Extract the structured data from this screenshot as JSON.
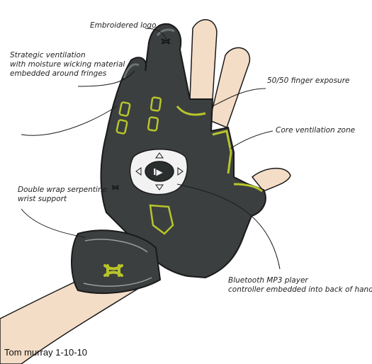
{
  "annotations": {
    "logo": "Embroidered logo",
    "ventilation": [
      "Strategic ventilation",
      "with moisture wicking material",
      "embedded around fringes"
    ],
    "finger_exposure": "50/50 finger exposure",
    "core_vent": "Core ventilation zone",
    "wrist": [
      "Double wrap serpentine",
      "wrist support"
    ],
    "mp3": [
      "Bluetooth MP3 player",
      "controller embedded into back of hand"
    ]
  },
  "credit": "Tom murray 1-10-10",
  "colors": {
    "glove": "#3b3f40",
    "accent": "#b8c52a",
    "skin": "#f4ddc7",
    "line": "#1a1a1a"
  },
  "icons": [
    "under-armour-logo",
    "play-pause-icon",
    "arrow-up-icon",
    "arrow-down-icon",
    "arrow-left-icon",
    "arrow-right-icon"
  ]
}
